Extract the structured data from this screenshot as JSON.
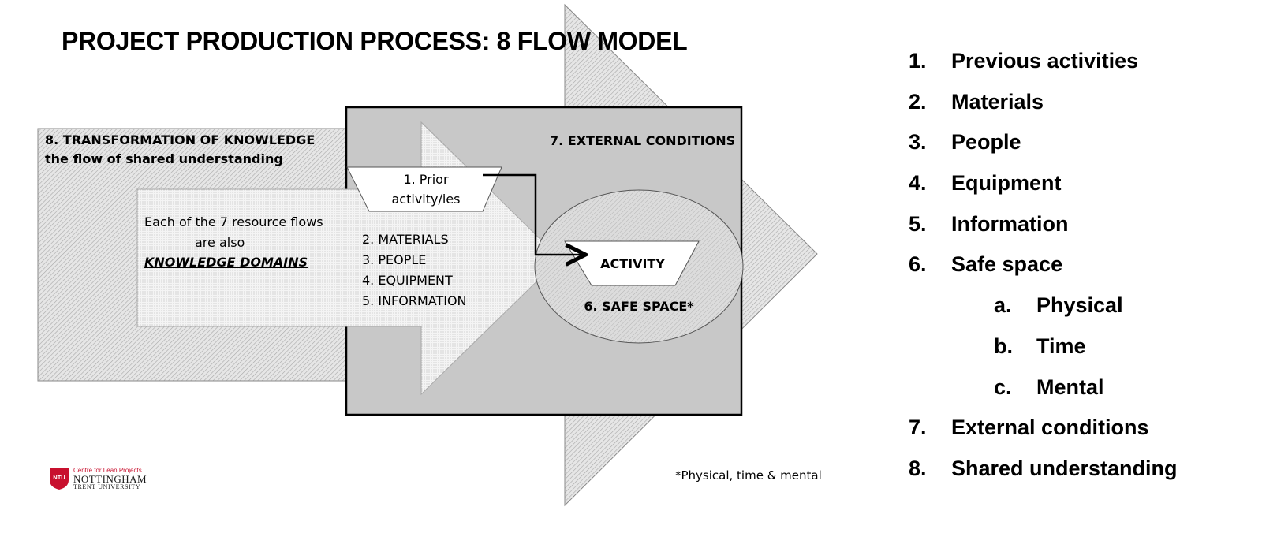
{
  "title": "PROJECT PRODUCTION PROCESS: 8 FLOW MODEL",
  "diagram": {
    "knowledge_box": {
      "heading": "8. TRANSFORMATION OF KNOWLEDGE",
      "subheading": "the flow of shared understanding"
    },
    "resource_arrow": {
      "line1": "Each of the 7 resource flows",
      "line2": "are also",
      "line3": "KNOWLEDGE DOMAINS",
      "flows": [
        "2. MATERIALS",
        "3. PEOPLE",
        "4. EQUIPMENT",
        "5. INFORMATION"
      ]
    },
    "prior_activity": {
      "line1": "1. Prior",
      "line2": "activity/ies"
    },
    "external_conditions": "7. EXTERNAL CONDITIONS",
    "activity": "ACTIVITY",
    "safe_space": "6. SAFE SPACE*"
  },
  "footnote": "*Physical, time & mental",
  "logo": {
    "badge": "NTU",
    "line1": "Centre for Lean Projects",
    "line2": "NOTTINGHAM",
    "line3": "TRENT UNIVERSITY"
  },
  "legend": [
    {
      "num": "1.",
      "label": "Previous activities",
      "level": 0
    },
    {
      "num": "2.",
      "label": "Materials",
      "level": 0
    },
    {
      "num": "3.",
      "label": "People",
      "level": 0
    },
    {
      "num": "4.",
      "label": "Equipment",
      "level": 0
    },
    {
      "num": "5.",
      "label": "Information",
      "level": 0
    },
    {
      "num": "6.",
      "label": "Safe space",
      "level": 0
    },
    {
      "num": "a.",
      "label": "Physical",
      "level": 1
    },
    {
      "num": "b.",
      "label": "Time",
      "level": 1
    },
    {
      "num": "c.",
      "label": "Mental",
      "level": 1
    },
    {
      "num": "7.",
      "label": "External conditions",
      "level": 0
    },
    {
      "num": "8.",
      "label": "Shared understanding",
      "level": 0
    }
  ]
}
